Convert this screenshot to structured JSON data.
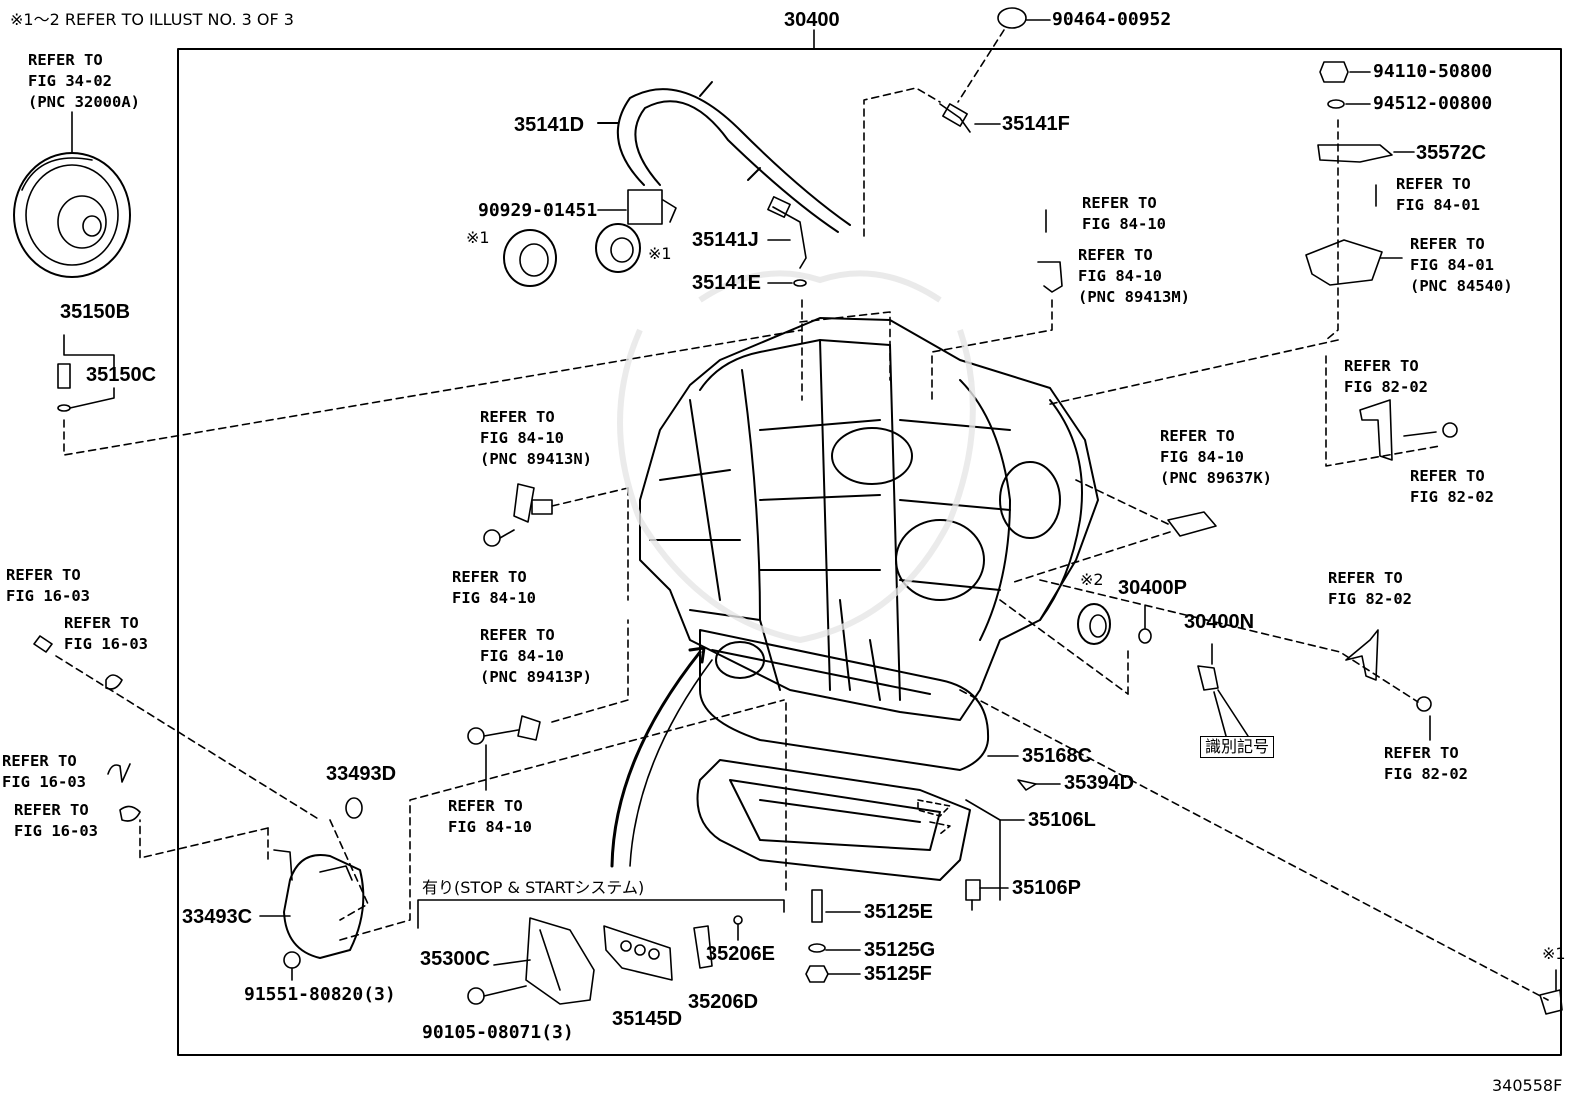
{
  "header": {
    "note": "※1～2 REFER TO ILLUST NO. 3 OF 3",
    "main_part": "30400"
  },
  "footer": {
    "illustration_id": "340558F"
  },
  "parts": [
    {
      "id": "p_90464",
      "label": "90464-00952"
    },
    {
      "id": "p_35141D",
      "label": "35141D"
    },
    {
      "id": "p_35141F",
      "label": "35141F"
    },
    {
      "id": "p_90929",
      "label": "90929-01451"
    },
    {
      "id": "p_35141J",
      "label": "35141J"
    },
    {
      "id": "p_35141E",
      "label": "35141E"
    },
    {
      "id": "p_94110",
      "label": "94110-50800"
    },
    {
      "id": "p_94512",
      "label": "94512-00800"
    },
    {
      "id": "p_35572C",
      "label": "35572C"
    },
    {
      "id": "p_35150B",
      "label": "35150B"
    },
    {
      "id": "p_35150C",
      "label": "35150C"
    },
    {
      "id": "p_30400P",
      "label": "30400P"
    },
    {
      "id": "p_30400N",
      "label": "30400N"
    },
    {
      "id": "p_33493D",
      "label": "33493D"
    },
    {
      "id": "p_33493C",
      "label": "33493C"
    },
    {
      "id": "p_91551",
      "label": "91551-80820(3)"
    },
    {
      "id": "p_35300C",
      "label": "35300C"
    },
    {
      "id": "p_90105",
      "label": "90105-08071(3)"
    },
    {
      "id": "p_35145D",
      "label": "35145D"
    },
    {
      "id": "p_35206E",
      "label": "35206E"
    },
    {
      "id": "p_35206D",
      "label": "35206D"
    },
    {
      "id": "p_35125E",
      "label": "35125E"
    },
    {
      "id": "p_35125G",
      "label": "35125G"
    },
    {
      "id": "p_35125F",
      "label": "35125F"
    },
    {
      "id": "p_35168C",
      "label": "35168C"
    },
    {
      "id": "p_35394D",
      "label": "35394D"
    },
    {
      "id": "p_35106L",
      "label": "35106L"
    },
    {
      "id": "p_35106P",
      "label": "35106P"
    }
  ],
  "refs": [
    {
      "id": "r_32000A",
      "text": "REFER TO\nFIG 34-02\n(PNC 32000A)"
    },
    {
      "id": "r_8410a",
      "text": "REFER TO\nFIG 84-10"
    },
    {
      "id": "r_89413M",
      "text": "REFER TO\nFIG 84-10\n(PNC 89413M)"
    },
    {
      "id": "r_8401a",
      "text": "REFER TO\nFIG 84-01"
    },
    {
      "id": "r_84540",
      "text": "REFER TO\nFIG 84-01\n(PNC 84540)"
    },
    {
      "id": "r_8202a",
      "text": "REFER TO\nFIG 82-02"
    },
    {
      "id": "r_8202b",
      "text": "REFER TO\nFIG 82-02"
    },
    {
      "id": "r_89637K",
      "text": "REFER TO\nFIG 84-10\n(PNC 89637K)"
    },
    {
      "id": "r_89413N",
      "text": "REFER TO\nFIG 84-10\n(PNC 89413N)"
    },
    {
      "id": "r_8410b",
      "text": "REFER TO\nFIG 84-10"
    },
    {
      "id": "r_89413P",
      "text": "REFER TO\nFIG 84-10\n(PNC 89413P)"
    },
    {
      "id": "r_8410c",
      "text": "REFER TO\nFIG 84-10"
    },
    {
      "id": "r_1603a",
      "text": "REFER TO\nFIG 16-03"
    },
    {
      "id": "r_1603b",
      "text": "REFER TO\nFIG 16-03"
    },
    {
      "id": "r_1603c",
      "text": "REFER TO\nFIG 16-03"
    },
    {
      "id": "r_1603d",
      "text": "REFER TO\nFIG 16-03"
    },
    {
      "id": "r_8202c",
      "text": "REFER TO\nFIG 82-02"
    },
    {
      "id": "r_8202d",
      "text": "REFER TO\nFIG 82-02"
    }
  ],
  "marks": {
    "m1_left": "※1",
    "m1_right": "※1",
    "m2": "※2",
    "m1_edge": "※1"
  },
  "notes": {
    "stop_start": "有り(STOP & STARTシステム)",
    "id_mark": "識別記号"
  }
}
